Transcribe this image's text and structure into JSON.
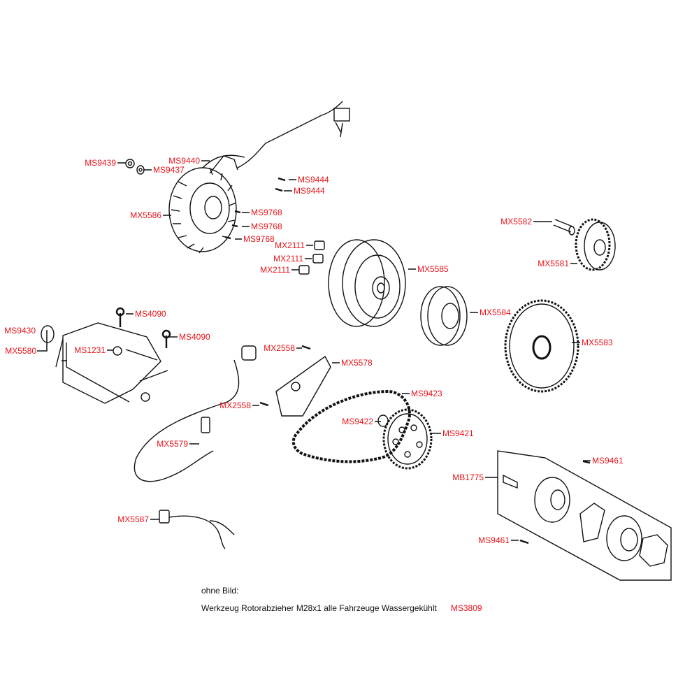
{
  "labels": {
    "ms9439": "MS9439",
    "ms9437": "MS9437",
    "ms9440": "MS9440",
    "ms9444_a": "MS9444",
    "ms9444_b": "MS9444",
    "mx5586": "MX5586",
    "ms9768_a": "MS9768",
    "ms9768_b": "MS9768",
    "ms9768_c": "MS9768",
    "mx2111_a": "MX2111",
    "mx2111_b": "MX2111",
    "mx2111_c": "MX2111",
    "mx5585": "MX5585",
    "mx5582": "MX5582",
    "mx5581": "MX5581",
    "mx5584": "MX5584",
    "mx5583": "MX5583",
    "ms4090_a": "MS4090",
    "ms4090_b": "MS4090",
    "ms9430": "MS9430",
    "mx5580": "MX5580",
    "ms1231": "MS1231",
    "mx2558_a": "MX2558",
    "mx2558_b": "MX2558",
    "mx5578": "MX5578",
    "ms9423": "MS9423",
    "ms9422": "MS9422",
    "ms9421": "MS9421",
    "mx5579": "MX5579",
    "ms9461_a": "MS9461",
    "ms9461_b": "MS9461",
    "mb1775": "MB1775",
    "mx5587": "MX5587"
  },
  "footer": {
    "heading": "ohne Bild:",
    "item_text": "Werkzeug Rotorabzieher M28x1 alle Fahrzeuge Wassergekühlt",
    "item_part": "MS3809"
  },
  "colors": {
    "part_number": "#e8141b",
    "line_art": "#111111"
  }
}
